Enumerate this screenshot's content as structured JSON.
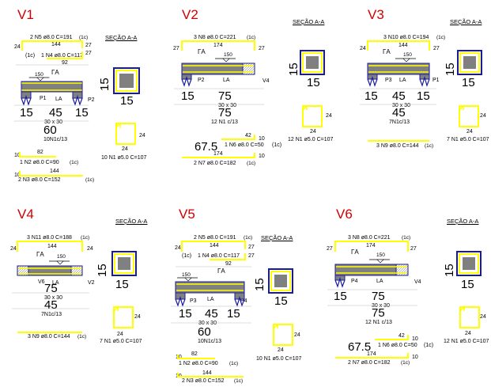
{
  "colors": {
    "title": "#d00000",
    "bar": "#ffff00",
    "beam": "#808080",
    "outline": "#1a1aa0",
    "dim": "#000000"
  },
  "views": [
    {
      "id": "v1",
      "title": "V1",
      "section_label": "SEÇÃO A-A",
      "top_bar": "2 N5 ø8.0 C=191",
      "top_bar_tag": "(1c)",
      "top_span": "144",
      "top_left": "24",
      "top_right": "27",
      "top_bar2": "1 N4 ø8.0 C=117",
      "top_bar2_tag": "(1c)",
      "top_bar2_right": "27",
      "top_mid": "92",
      "a_top": "A",
      "a_bot": "A",
      "level": "150",
      "support_left": "P1",
      "support_right": "P2",
      "dim_left": "15",
      "dim_mid": "45",
      "dim_right": "15",
      "section_size": "30 x 30",
      "span": "60",
      "stirrups": "10N1c/13",
      "bot1_len": "82",
      "bot1_left": "10",
      "bot1": "1 N2 ø8.0 C=90",
      "bot1_tag": "(1c)",
      "bot2_len": "144",
      "bot2_left": "10",
      "bot2": "2 N3 ø8.0 C=152",
      "bot2_tag": "(1c)",
      "sec_w": "15",
      "sec_h": "15",
      "stir_w": "24",
      "stir_h": "24",
      "stir_label": "10 N1 ø5.0 C=107"
    },
    {
      "id": "v2",
      "title": "V2",
      "section_label": "SEÇÃO A-A",
      "top_bar": "3 N8 ø8.0 C=221",
      "top_bar_tag": "(1c)",
      "top_span": "174",
      "top_left": "27",
      "top_right": "27",
      "a_top": "A",
      "a_bot": "A",
      "level": "150",
      "support_left": "P2",
      "beam_name": "V4",
      "dim_left": "15",
      "dim_mid": "75",
      "section_size": "30 x 30",
      "span": "75",
      "stirrups": "12 N1 c/13",
      "bot_a_len": "42",
      "bot_a_right": "10",
      "bot_a": "1 N6 ø8.0 C=50",
      "bot_a_tag": "(1c)",
      "bot_a_dim": "67.5",
      "bot_b_len": "174",
      "bot_b_right": "10",
      "bot_b": "2 N7 ø8.0 C=182",
      "bot_b_tag": "(1c)",
      "sec_w": "15",
      "sec_h": "15",
      "stir_w": "24",
      "stir_h": "24",
      "stir_label": "12 N1 ø5.0 C=107"
    },
    {
      "id": "v3",
      "title": "V3",
      "section_label": "SEÇÃO A-A",
      "top_bar": "3 N10 ø8.0 C=194",
      "top_bar_tag": "(1c)",
      "top_span": "144",
      "top_left": "24",
      "top_right": "27",
      "a_top": "A",
      "a_bot": "A",
      "level": "150",
      "support_left": "P3",
      "support_right": "P1",
      "dim_left": "15",
      "dim_mid": "45",
      "dim_right": "15",
      "section_size": "30 x 30",
      "span": "45",
      "stirrups": "7N1c/13",
      "bot_bar": "3 N9 ø8.0 C=144",
      "bot_bar_tag": "(1c)",
      "sec_w": "15",
      "sec_h": "15",
      "stir_w": "24",
      "stir_h": "24",
      "stir_label": "7 N1 ø5.0 C=107"
    },
    {
      "id": "v4",
      "title": "V4",
      "section_label": "SEÇÃO A-A",
      "top_bar": "3 N11 ø8.0 C=188",
      "top_bar_tag": "(1c)",
      "top_span": "144",
      "top_left": "24",
      "top_right": "24",
      "a_top": "A",
      "a_bot": "A",
      "level": "150",
      "support_left": "V6",
      "support_right": "V2",
      "dim_mid": "75",
      "section_size": "30 x 30",
      "span": "45",
      "stirrups": "7N1c/13",
      "bot_bar": "3 N9 ø8.0 C=144",
      "bot_bar_tag": "(1c)",
      "sec_w": "15",
      "sec_h": "15",
      "stir_w": "24",
      "stir_h": "24",
      "stir_label": "7 N1 ø5.0 C=107"
    },
    {
      "id": "v5",
      "title": "V5",
      "section_label": "SEÇÃO A-A",
      "top_bar": "2 N5 ø8.0 C=191",
      "top_bar_tag": "(1c)",
      "top_span": "144",
      "top_left": "24",
      "top_right": "27",
      "top_bar2": "1 N4 ø8.0 C=117",
      "top_bar2_tag": "(1c)",
      "top_bar2_right": "27",
      "top_mid": "92",
      "a_top": "A",
      "a_bot": "A",
      "level": "150",
      "support_left": "P3",
      "support_right": "P4",
      "dim_left": "15",
      "dim_mid": "45",
      "dim_right": "15",
      "section_size": "30 x 30",
      "span": "60",
      "stirrups": "10N1c/13",
      "bot1_len": "82",
      "bot1_left": "10",
      "bot1": "1 N2 ø8.0 C=90",
      "bot1_tag": "(1c)",
      "bot2_len": "144",
      "bot2_left": "10",
      "bot2": "2 N3 ø8.0 C=152",
      "bot2_tag": "(1c)",
      "sec_w": "15",
      "sec_h": "15",
      "stir_w": "24",
      "stir_h": "24",
      "stir_label": "10 N1 ø5.0 C=107"
    },
    {
      "id": "v6",
      "title": "V6",
      "section_label": "SEÇÃO A-A",
      "top_bar": "3 N8 ø8.0 C=221",
      "top_bar_tag": "(1c)",
      "top_span": "174",
      "top_left": "27",
      "top_right": "27",
      "a_top": "A",
      "a_bot": "A",
      "level": "150",
      "support_left": "P4",
      "beam_name": "V4",
      "dim_left": "15",
      "dim_mid": "75",
      "section_size": "30 x 30",
      "span": "75",
      "stirrups": "12 N1 c/13",
      "bot_a_len": "42",
      "bot_a_right": "10",
      "bot_a": "1 N6 ø8.0 C=50",
      "bot_a_tag": "(1c)",
      "bot_a_dim": "67.5",
      "bot_b_len": "174",
      "bot_b_right": "10",
      "bot_b": "2 N7 ø8.0 C=182",
      "bot_b_tag": "(1c)",
      "sec_w": "15",
      "sec_h": "15",
      "stir_w": "24",
      "stir_h": "24",
      "stir_label": "12 N1 ø5.0 C=107"
    }
  ]
}
